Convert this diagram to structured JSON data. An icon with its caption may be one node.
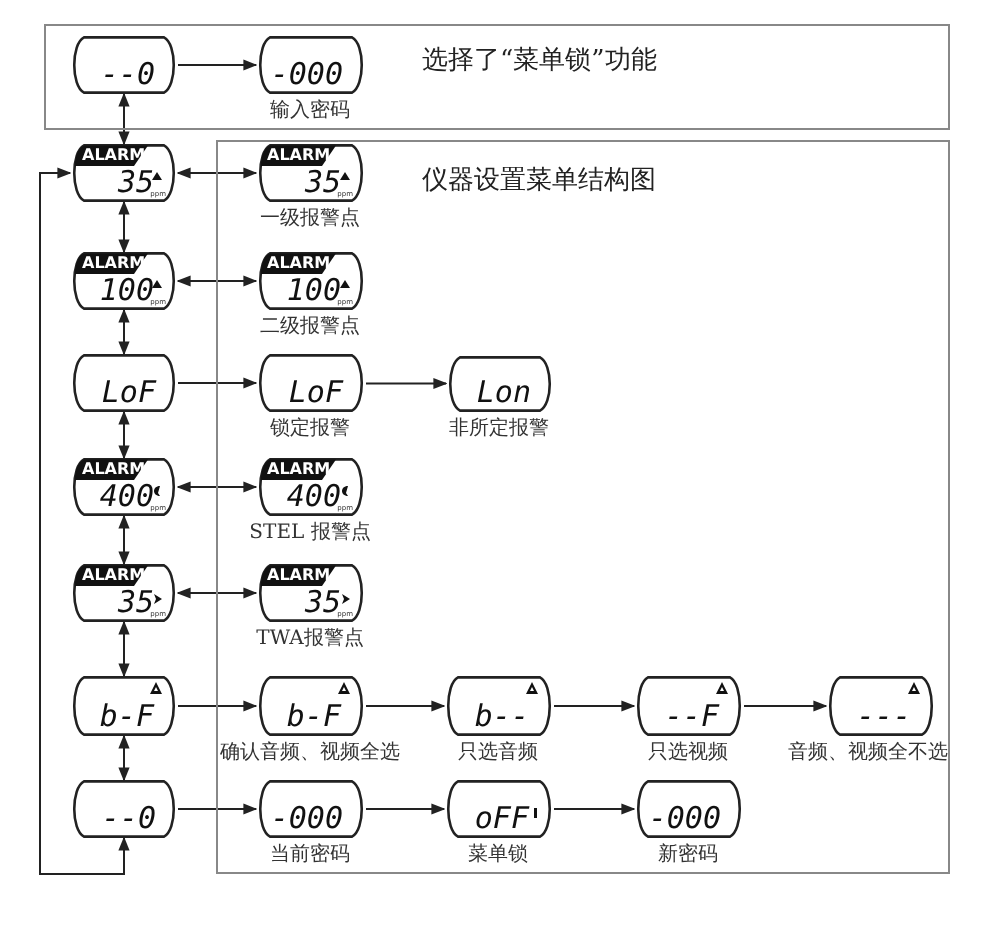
{
  "diagram": {
    "nodes": [
      {
        "text": [
          "选择了“菜单锁”功能"
        ]
      },
      {
        "text": [
          "--0"
        ],
        "in": 0
      },
      {
        "text": [
          "-000"
        ],
        "in": 0,
        "beside": [
          "输入密码"
        ]
      },
      {
        "text": [
          "仪器设置菜单结构图"
        ]
      },
      {
        "text": [
          "ALARM",
          "35",
          "ppm"
        ]
      },
      {
        "text": [
          "ALARM",
          "35",
          "ppm"
        ],
        "in": 3,
        "beside": [
          "一级报警点"
        ]
      },
      {
        "text": [
          "ALARM",
          "100",
          "ppm"
        ]
      },
      {
        "text": [
          "ALARM",
          "100",
          "ppm"
        ],
        "in": 3,
        "beside": [
          "二级报警点"
        ]
      },
      {
        "text": [
          "LoF"
        ]
      },
      {
        "text": [
          "LoF"
        ],
        "in": 3,
        "beside": [
          "锁定报警"
        ]
      },
      {
        "text": [
          "Lon"
        ],
        "in": 3,
        "beside": [
          "非所定报警"
        ]
      },
      {
        "text": [
          "ALARM",
          "400",
          "ppm"
        ]
      },
      {
        "text": [
          "ALARM",
          "400",
          "ppm"
        ],
        "in": 3,
        "beside": [
          "STEL 报警点"
        ]
      },
      {
        "text": [
          "ALARM",
          "35",
          "ppm"
        ]
      },
      {
        "text": [
          "ALARM",
          "35",
          "ppm"
        ],
        "in": 3,
        "beside": [
          "TWA报警点"
        ]
      },
      {
        "text": [
          "b-F"
        ]
      },
      {
        "text": [
          "b-F"
        ],
        "in": 3,
        "beside": [
          "确认音频、视频全选"
        ]
      },
      {
        "text": [
          "b--"
        ],
        "in": 3,
        "beside": [
          "只选音频"
        ]
      },
      {
        "text": [
          "--F"
        ],
        "in": 3,
        "beside": [
          "只选视频"
        ]
      },
      {
        "text": [
          "---"
        ],
        "in": 3,
        "beside": [
          "音频、视频全不选"
        ]
      },
      {
        "text": [
          "--0"
        ]
      },
      {
        "text": [
          "-000"
        ],
        "in": 3,
        "beside": [
          "当前密码"
        ]
      },
      {
        "text": [
          "oFF"
        ],
        "in": 3,
        "beside": [
          "菜单锁"
        ]
      },
      {
        "text": [
          "-000"
        ],
        "in": 3,
        "beside": [
          "新密码"
        ]
      }
    ],
    "edges": [
      {
        "from": 1,
        "to": 2,
        "arrow": "to"
      },
      {
        "from": 1,
        "to": 4,
        "arrow": "both"
      },
      {
        "from": 4,
        "to": 5,
        "arrow": "both"
      },
      {
        "from": 4,
        "to": 6,
        "arrow": "both"
      },
      {
        "from": 6,
        "to": 7,
        "arrow": "both"
      },
      {
        "from": 6,
        "to": 8,
        "arrow": "both"
      },
      {
        "from": 8,
        "to": 9,
        "arrow": "to"
      },
      {
        "from": 9,
        "to": 10,
        "arrow": "to"
      },
      {
        "from": 8,
        "to": 11,
        "arrow": "both"
      },
      {
        "from": 11,
        "to": 12,
        "arrow": "both"
      },
      {
        "from": 11,
        "to": 13,
        "arrow": "both"
      },
      {
        "from": 13,
        "to": 14,
        "arrow": "both"
      },
      {
        "from": 13,
        "to": 15,
        "arrow": "both"
      },
      {
        "from": 15,
        "to": 16,
        "arrow": "to"
      },
      {
        "from": 16,
        "to": 17,
        "arrow": "to"
      },
      {
        "from": 17,
        "to": 18,
        "arrow": "to"
      },
      {
        "from": 18,
        "to": 19,
        "arrow": "to"
      },
      {
        "from": 15,
        "to": 20,
        "arrow": "both"
      },
      {
        "from": 20,
        "to": 21,
        "arrow": "to"
      },
      {
        "from": 21,
        "to": 22,
        "arrow": "to"
      },
      {
        "from": 22,
        "to": 23,
        "arrow": "to"
      },
      {
        "from": 20,
        "to": 4,
        "arrow": "both"
      }
    ]
  }
}
